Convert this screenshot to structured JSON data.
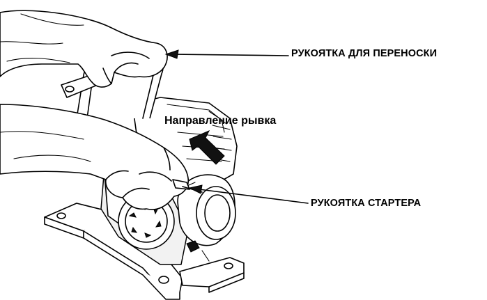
{
  "labels": {
    "carry_handle": "РУКОЯТКА ДЛЯ ПЕРЕНОСКИ",
    "pull_direction": "Направление рывка",
    "starter_handle": "РУКОЯТКА СТАРТЕРА"
  }
}
